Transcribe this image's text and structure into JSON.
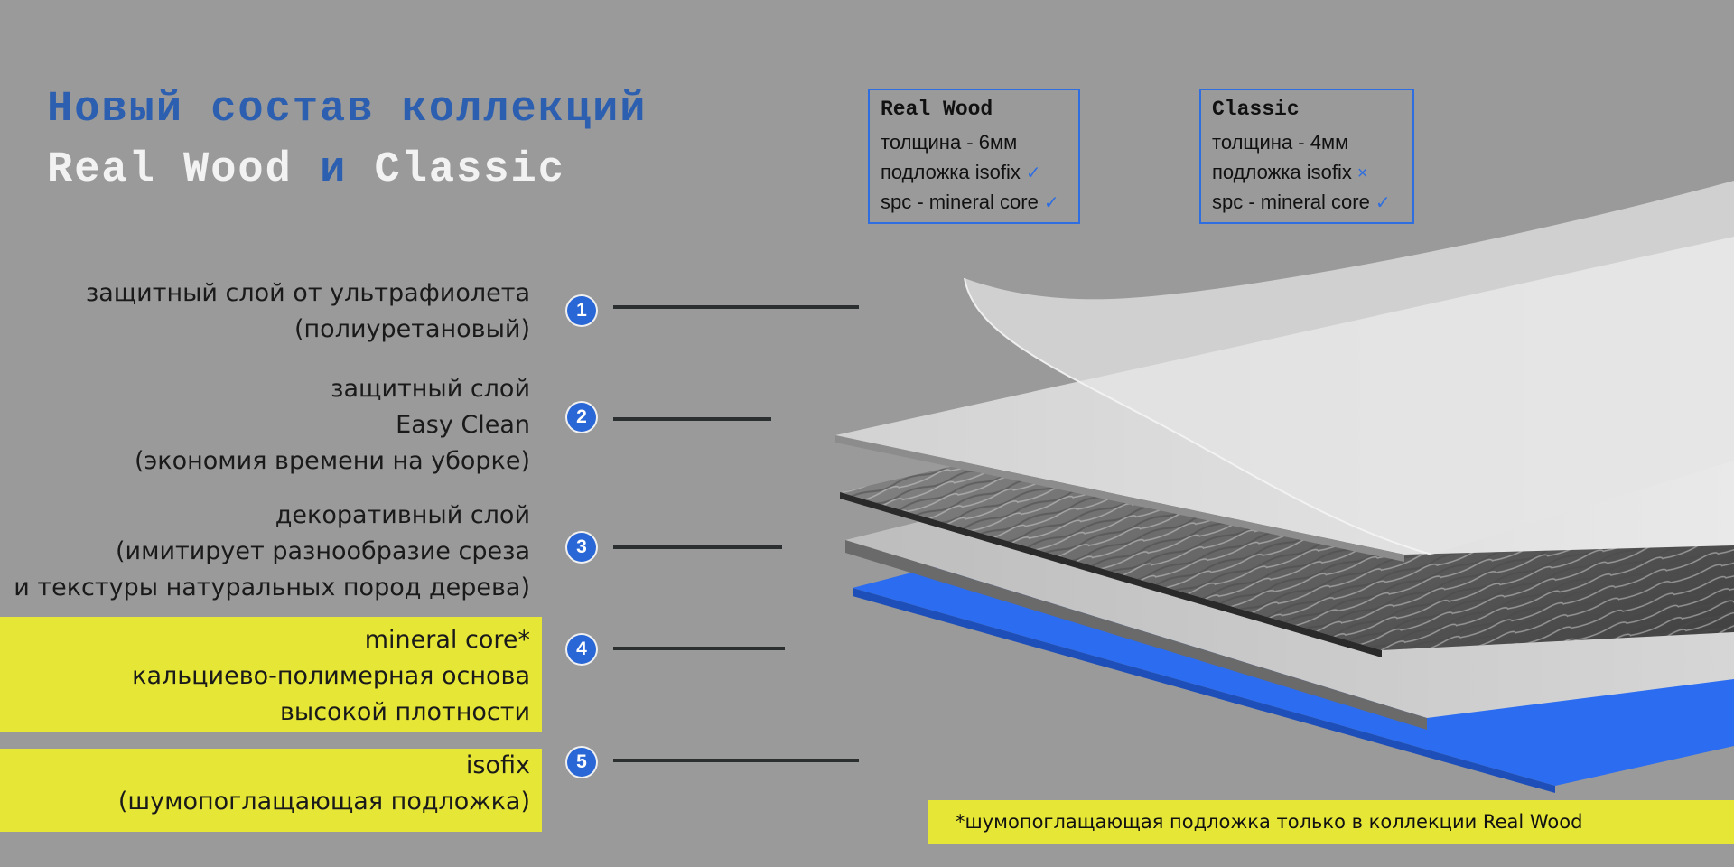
{
  "title": {
    "line1": "Новый состав коллекций",
    "line2_a": "Real Wood",
    "line2_b": "и",
    "line2_c": "Classic"
  },
  "specs": [
    {
      "name": "Real Wood",
      "rows": [
        {
          "text": "толщина - 6мм",
          "mark": ""
        },
        {
          "text": "подложка isofix",
          "mark": "✓"
        },
        {
          "text": "spc - mineral core",
          "mark": "✓"
        }
      ]
    },
    {
      "name": "Classic",
      "rows": [
        {
          "text": "толщина - 4мм",
          "mark": ""
        },
        {
          "text": "подложка isofix",
          "mark": "×"
        },
        {
          "text": "spc - mineral core",
          "mark": "✓"
        }
      ]
    }
  ],
  "layers": [
    {
      "num": "1",
      "lines": [
        "защитный слой от ультрафиолета",
        "(полиуретановый)"
      ],
      "highlight": false
    },
    {
      "num": "2",
      "lines": [
        "защитный слой",
        "Easy Clean",
        "(экономия времени на уборке)"
      ],
      "highlight": false
    },
    {
      "num": "3",
      "lines": [
        "декоративный слой",
        "(имитирует разнообразие среза",
        "и текстуры натуральных пород дерева)"
      ],
      "highlight": false
    },
    {
      "num": "4",
      "lines": [
        "mineral core*",
        "кальциево-полимерная основа",
        "высокой плотности"
      ],
      "highlight": true
    },
    {
      "num": "5",
      "lines": [
        "isofix",
        "(шумопоглащающая подложка)"
      ],
      "highlight": true
    }
  ],
  "footnote": "*шумопоглащающая подложка только в коллекции Real Wood",
  "colors": {
    "accent_blue": "#2a67d6",
    "highlight_yellow": "#e6e637",
    "background": "#9a9a9a"
  }
}
